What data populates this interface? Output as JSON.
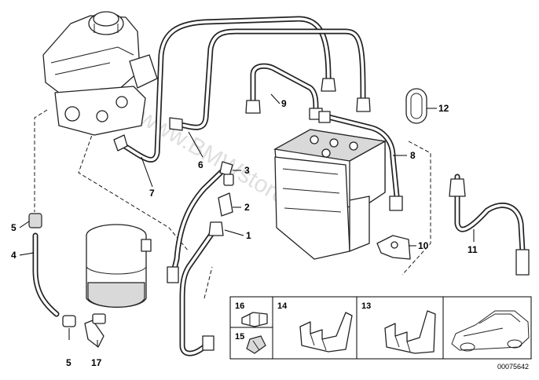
{
  "watermark": "www.BMWstore.pl",
  "reference_code": "00075642",
  "callouts": {
    "p1": "1",
    "p2": "2",
    "p3": "3",
    "p4": "4",
    "p5a": "5",
    "p5b": "5",
    "p6": "6",
    "p7": "7",
    "p8": "8",
    "p9": "9",
    "p10": "10",
    "p11": "11",
    "p12": "12",
    "p17": "17"
  },
  "thumbnails": {
    "t16": "16",
    "t15": "15",
    "t14": "14",
    "t13": "13"
  }
}
